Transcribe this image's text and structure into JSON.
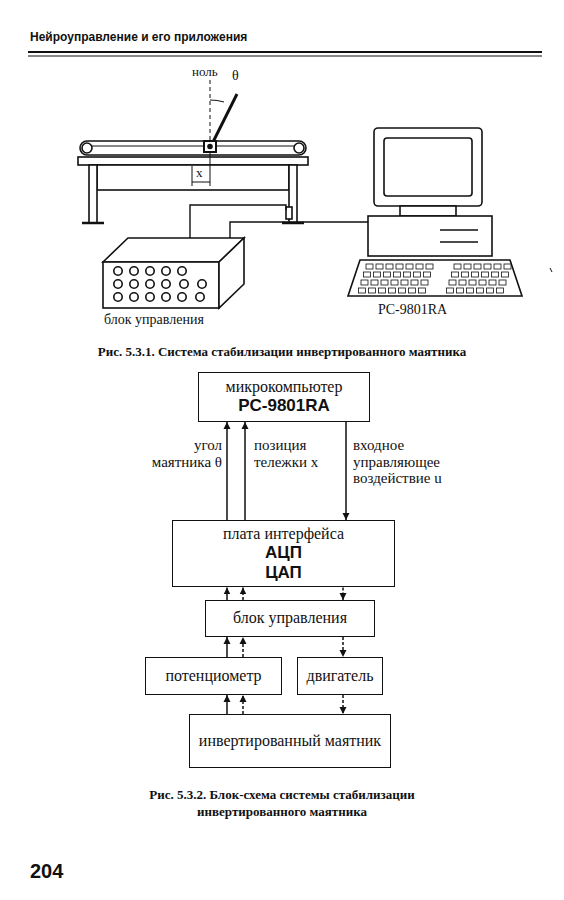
{
  "diagram": {
    "title": "Нейроуправление и его приложения",
    "caption": "Рис. 5.3.2. Блок-схема системы стабилизации инвертированного маятника",
    "nodes": [
      {
        "text": [
          "микрокомпьютер",
          "PC-9801RA"
        ]
      },
      {
        "text": [
          "плата интерфейса",
          "АЦП",
          "ЦАП"
        ]
      },
      {
        "text": [
          "блок управления"
        ]
      },
      {
        "text": [
          "потенциометр"
        ]
      },
      {
        "text": [
          "двигатель"
        ]
      },
      {
        "text": [
          "инвертированный маятник"
        ]
      }
    ],
    "edges": [
      {
        "from": 1,
        "to": 0,
        "arrow": "to",
        "label": "угол маятника θ"
      },
      {
        "from": 1,
        "to": 0,
        "arrow": "to",
        "label": "позиция тележки x"
      },
      {
        "from": 0,
        "to": 1,
        "arrow": "to",
        "label": "входное управляющее воздействие u"
      },
      {
        "from": 2,
        "to": 1,
        "arrow": "to"
      },
      {
        "from": 2,
        "to": 1,
        "arrow": "to"
      },
      {
        "from": 1,
        "to": 2,
        "arrow": "to"
      },
      {
        "from": 3,
        "to": 2,
        "arrow": "to"
      },
      {
        "from": 3,
        "to": 2,
        "arrow": "to"
      },
      {
        "from": 2,
        "to": 4,
        "arrow": "to"
      },
      {
        "from": 5,
        "to": 3,
        "arrow": "to"
      },
      {
        "from": 5,
        "to": 3,
        "arrow": "to"
      },
      {
        "from": 4,
        "to": 5,
        "arrow": "to"
      }
    ],
    "labels": [
      "ноль",
      "θ",
      "x",
      "блок управления",
      "PC-9801RA",
      "Рис. 5.3.1. Система стабилизации инвертированного маятника",
      "204"
    ]
  }
}
